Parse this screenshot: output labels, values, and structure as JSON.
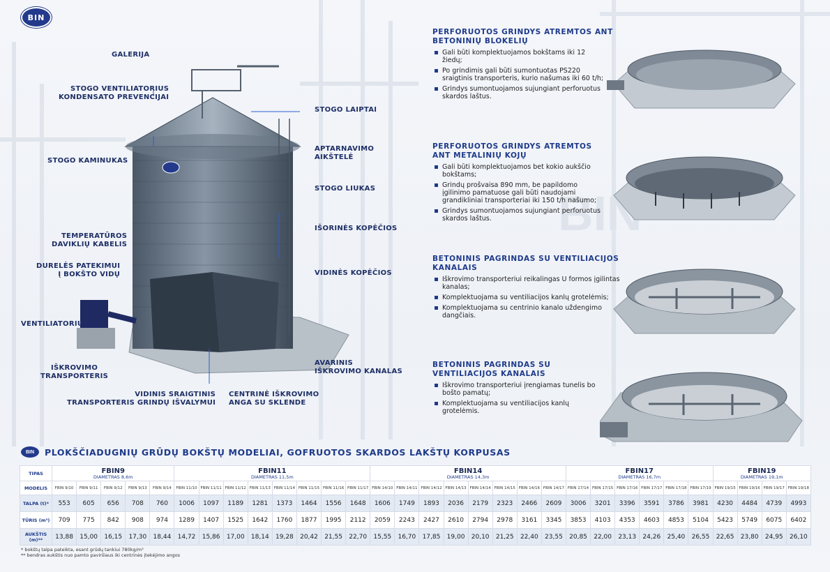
{
  "logo_text": "BIN",
  "callouts_left": [
    {
      "key": "galerija",
      "label": "GALERIJA"
    },
    {
      "key": "stogo_vent",
      "label": "STOGO VENTILIATORIUS\nKONDENSATO PREVENCIJAI"
    },
    {
      "key": "kaminukas",
      "label": "STOGO KAMINUKAS"
    },
    {
      "key": "temperaturos",
      "label": "TEMPERATŪROS\nDAVIKLIŲ KABELIS"
    },
    {
      "key": "dureles",
      "label": "DURELĖS PATEKIMUI\nĮ BOKŠTO VIDŲ"
    },
    {
      "key": "ventiliatorius",
      "label": "VENTILIATORIUS"
    },
    {
      "key": "iskrovimo",
      "label": "IŠKROVIMO\nTRANSPORTERIS"
    },
    {
      "key": "sraigtinis",
      "label": "VIDINIS SRAIGTINIS\nTRANSPORTERIS GRINDŲ IŠVALYMUI"
    },
    {
      "key": "centrine",
      "label": "CENTRINĖ IŠKROVIMO\nANGA SU SKLENDE"
    }
  ],
  "callouts_right": [
    {
      "key": "laiptai",
      "label": "STOGO LAIPTAI"
    },
    {
      "key": "aptarnavimo",
      "label": "APTARNAVIMO\nAIKŠTELĖ"
    },
    {
      "key": "liukas",
      "label": "STOGO LIUKAS"
    },
    {
      "key": "isorines",
      "label": "IŠORINĖS KOPĖČIOS"
    },
    {
      "key": "vidines",
      "label": "VIDINĖS KOPĖČIOS"
    },
    {
      "key": "avarinis",
      "label": "AVARINIS\nIŠKROVIMO KANALAS"
    }
  ],
  "sections": [
    {
      "title": "PERFORUOTOS GRINDYS ATREMTOS ANT\nBETONINIŲ BLOKELIŲ",
      "bullets": [
        "Gali būti komplektuojamos bokštams iki 12 žiedų;",
        "Po grindimis gali būti sumontuotas PS220 sraigtinis transporteris, kurio našumas iki 60 t/h;",
        "Grindys sumontuojamos sujungiant perforuotus skardos laštus."
      ]
    },
    {
      "title": "PERFORUOTOS GRINDYS ATREMTOS\nANT METALINIŲ KOJŲ",
      "bullets": [
        "Gali būti komplektuojamos bet kokio aukščio bokštams;",
        "Grindų prošvaisa 890 mm, be papildomo įgilinimo pamatuose gali būti naudojami grandikliniai transporteriai iki 150 t/h našumo;",
        "Grindys sumontuojamos sujungiant perforuotus skardos laštus."
      ]
    },
    {
      "title": "BETONINIS PAGRINDAS SU VENTILIACIJOS KANALAIS",
      "bullets": [
        "Iškrovimo transporteriui reikalingas U formos įgilintas kanalas;",
        "Komplektuojama su ventiliacijos kanlų grotelėmis;",
        "Komplektuojama su centrinio kanalo uždengimo dangčiais."
      ]
    },
    {
      "title": "BETONINIS PAGRINDAS SU\nVENTILIACIJOS KANALAIS",
      "bullets": [
        "Iškrovimo transporteriui įrengiamas tunelis bo bošto pamatų;",
        "Komplektuojama su ventiliacijos kanlų grotelėmis."
      ]
    }
  ],
  "table_title": "PLOKŠČIADUGNIŲ GRŪDŲ BOKŠTŲ MODELIAI, GOFRUOTOS SKARDOS LAKŠTŲ KORPUSAS",
  "table": {
    "row_labels": {
      "tipas": "TIPAS",
      "modelis": "MODELIS",
      "talpa": "TALPA (t)*",
      "turis": "TŪRIS (m³)",
      "aukstis": "AUKŠTIS (m)**"
    },
    "groups": [
      {
        "name": "FBIN9",
        "diam": "DIAMETRAS 8,6m",
        "models": [
          "FBIN 9/10",
          "FBIN 9/11",
          "FBIN 9/12",
          "FBIN 9/13",
          "FBIN 9/14"
        ],
        "talpa": [
          "553",
          "605",
          "656",
          "708",
          "760"
        ],
        "turis": [
          "709",
          "775",
          "842",
          "908",
          "974"
        ],
        "aukstis": [
          "13,88",
          "15,00",
          "16,15",
          "17,30",
          "18,44"
        ]
      },
      {
        "name": "FBIN11",
        "diam": "DIAMETRAS 11,5m",
        "models": [
          "FBIN 11/10",
          "FBIN 11/11",
          "FBIN 11/12",
          "FBIN 11/13",
          "FBIN 11/14",
          "FBIN 11/15",
          "FBIN 11/16",
          "FBIN 11/17"
        ],
        "talpa": [
          "1006",
          "1097",
          "1189",
          "1281",
          "1373",
          "1464",
          "1556",
          "1648"
        ],
        "turis": [
          "1289",
          "1407",
          "1525",
          "1642",
          "1760",
          "1877",
          "1995",
          "2112"
        ],
        "aukstis": [
          "14,72",
          "15,86",
          "17,00",
          "18,14",
          "19,28",
          "20,42",
          "21,55",
          "22,70"
        ]
      },
      {
        "name": "FBIN14",
        "diam": "DIAMETRAS 14,3m",
        "models": [
          "FBIN 14/10",
          "FBIN 14/11",
          "FBIN 14/12",
          "FBIN 14/13",
          "FBIN 14/14",
          "FBIN 14/15",
          "FBIN 14/16",
          "FBIN 14/17"
        ],
        "talpa": [
          "1606",
          "1749",
          "1893",
          "2036",
          "2179",
          "2323",
          "2466",
          "2609"
        ],
        "turis": [
          "2059",
          "2243",
          "2427",
          "2610",
          "2794",
          "2978",
          "3161",
          "3345"
        ],
        "aukstis": [
          "15,55",
          "16,70",
          "17,85",
          "19,00",
          "20,10",
          "21,25",
          "22,40",
          "23,55"
        ]
      },
      {
        "name": "FBIN17",
        "diam": "DIAMETRAS 16,7m",
        "models": [
          "FBIN 17/14",
          "FBIN 17/15",
          "FBIN 17/16",
          "FBIN 17/17",
          "FBIN 17/18",
          "FBIN 17/19"
        ],
        "talpa": [
          "3006",
          "3201",
          "3396",
          "3591",
          "3786",
          "3981"
        ],
        "turis": [
          "3853",
          "4103",
          "4353",
          "4603",
          "4853",
          "5104"
        ],
        "aukstis": [
          "20,85",
          "22,00",
          "23,13",
          "24,26",
          "25,40",
          "26,55"
        ]
      },
      {
        "name": "FBIN19",
        "diam": "DIAMETRAS 19,1m",
        "models": [
          "FBIN 19/15",
          "FBIN 19/16",
          "FBIN 19/17",
          "FBIN 19/18"
        ],
        "talpa": [
          "4230",
          "4484",
          "4739",
          "4993"
        ],
        "turis": [
          "5423",
          "5749",
          "6075",
          "6402"
        ],
        "aukstis": [
          "22,65",
          "23,80",
          "24,95",
          "26,10"
        ]
      }
    ]
  },
  "notes": [
    "* bokštų talpa pateikta, esant grūdų tankiui 780kg/m³",
    "** bendras aukštis nuo pamto paviršiaus iki centrinės įtekėjimo angos"
  ],
  "colors": {
    "accent": "#1e3a8a",
    "silo": "#6b7a8c",
    "base": "#b9c1c9"
  }
}
